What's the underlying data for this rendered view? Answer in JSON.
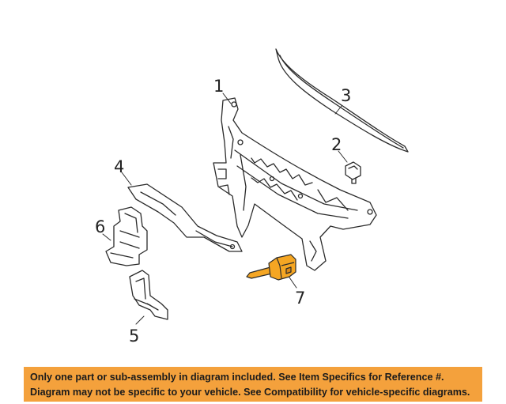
{
  "callouts": [
    "1",
    "2",
    "3",
    "4",
    "5",
    "6",
    "7"
  ],
  "highlight_color": "#f5a623",
  "banner": {
    "line1": "Only one part or sub-assembly in diagram included. See Item Specifics for Reference #.",
    "line2": "Diagram may not be specific to your vehicle. See Compatibility for vehicle-specific diagrams.",
    "background": "#f4a13c"
  }
}
